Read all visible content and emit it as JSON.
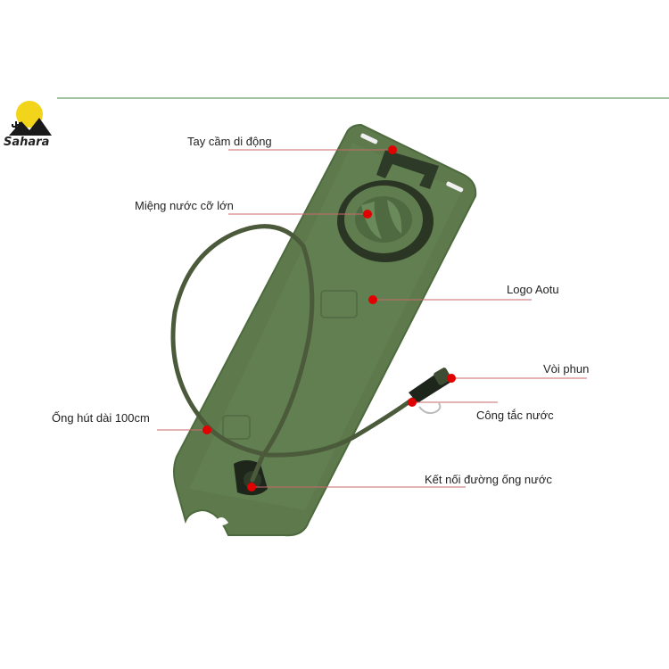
{
  "brand": {
    "name": "Sahara",
    "sun_color": "#F2D51B",
    "mountain_color": "#1a1a1a"
  },
  "divider_color": "#3f8a3f",
  "product": {
    "bladder_color": "#5E7A4C",
    "hose_color": "#4A5A3A",
    "fitting_color": "#2E3A28"
  },
  "callouts": {
    "handle": "Tay cầm di động",
    "mouth": "Miệng nước cỡ lớn",
    "logo": "Logo Aotu",
    "nozzle": "Vòi phun",
    "switch": "Công tắc nước",
    "tube": "Ống hút dài 100cm",
    "connector": "Kết nối đường ống nước"
  },
  "marker_color": "#E00000"
}
